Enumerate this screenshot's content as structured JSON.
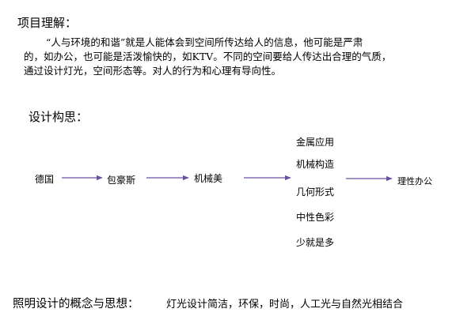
{
  "section1": {
    "title": "项目理解：",
    "line1": "“人与环境的和谐”就是人能体会到空间所传达给人的信息，他可能是严肃",
    "line2": "的，如办公，也可能是活泼愉快的，如KTV。不同的空间要给人传达出合理的气质，",
    "line3": "通过设计灯光，空间形态等。对人的行为和心理有导向性。"
  },
  "section2": {
    "title": "设计构思：",
    "flow": [
      "德国",
      "包豪斯",
      "机械美"
    ],
    "branches": [
      "金属应用",
      "机械构造",
      "几何形式",
      "中性色彩",
      "少就是多"
    ],
    "result": "理性办公"
  },
  "section3": {
    "label": "照明设计的概念与思想：",
    "text": "灯光设计简洁，环保，时尚，人工光与自然光相结合"
  },
  "colors": {
    "arrow": "#6a4fa3",
    "text": "#000000"
  }
}
